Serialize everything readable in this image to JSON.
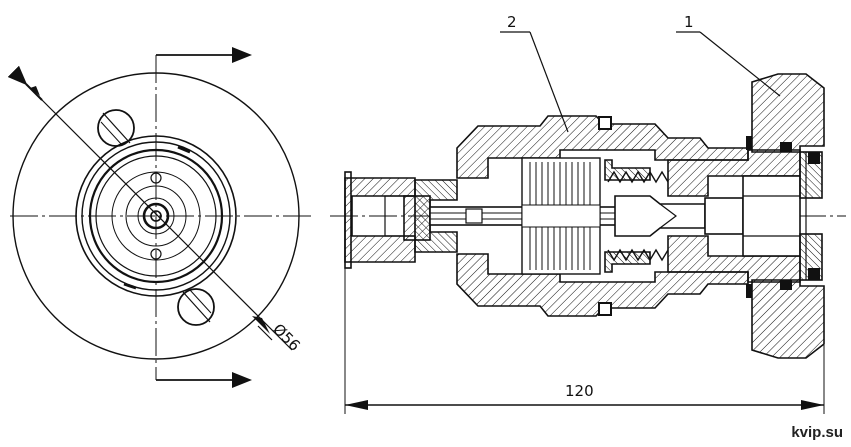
{
  "labels": {
    "callout_1": "1",
    "callout_2": "2",
    "dim_diameter": "Ø56",
    "dim_length": "120"
  },
  "watermark": "kvip.su"
}
